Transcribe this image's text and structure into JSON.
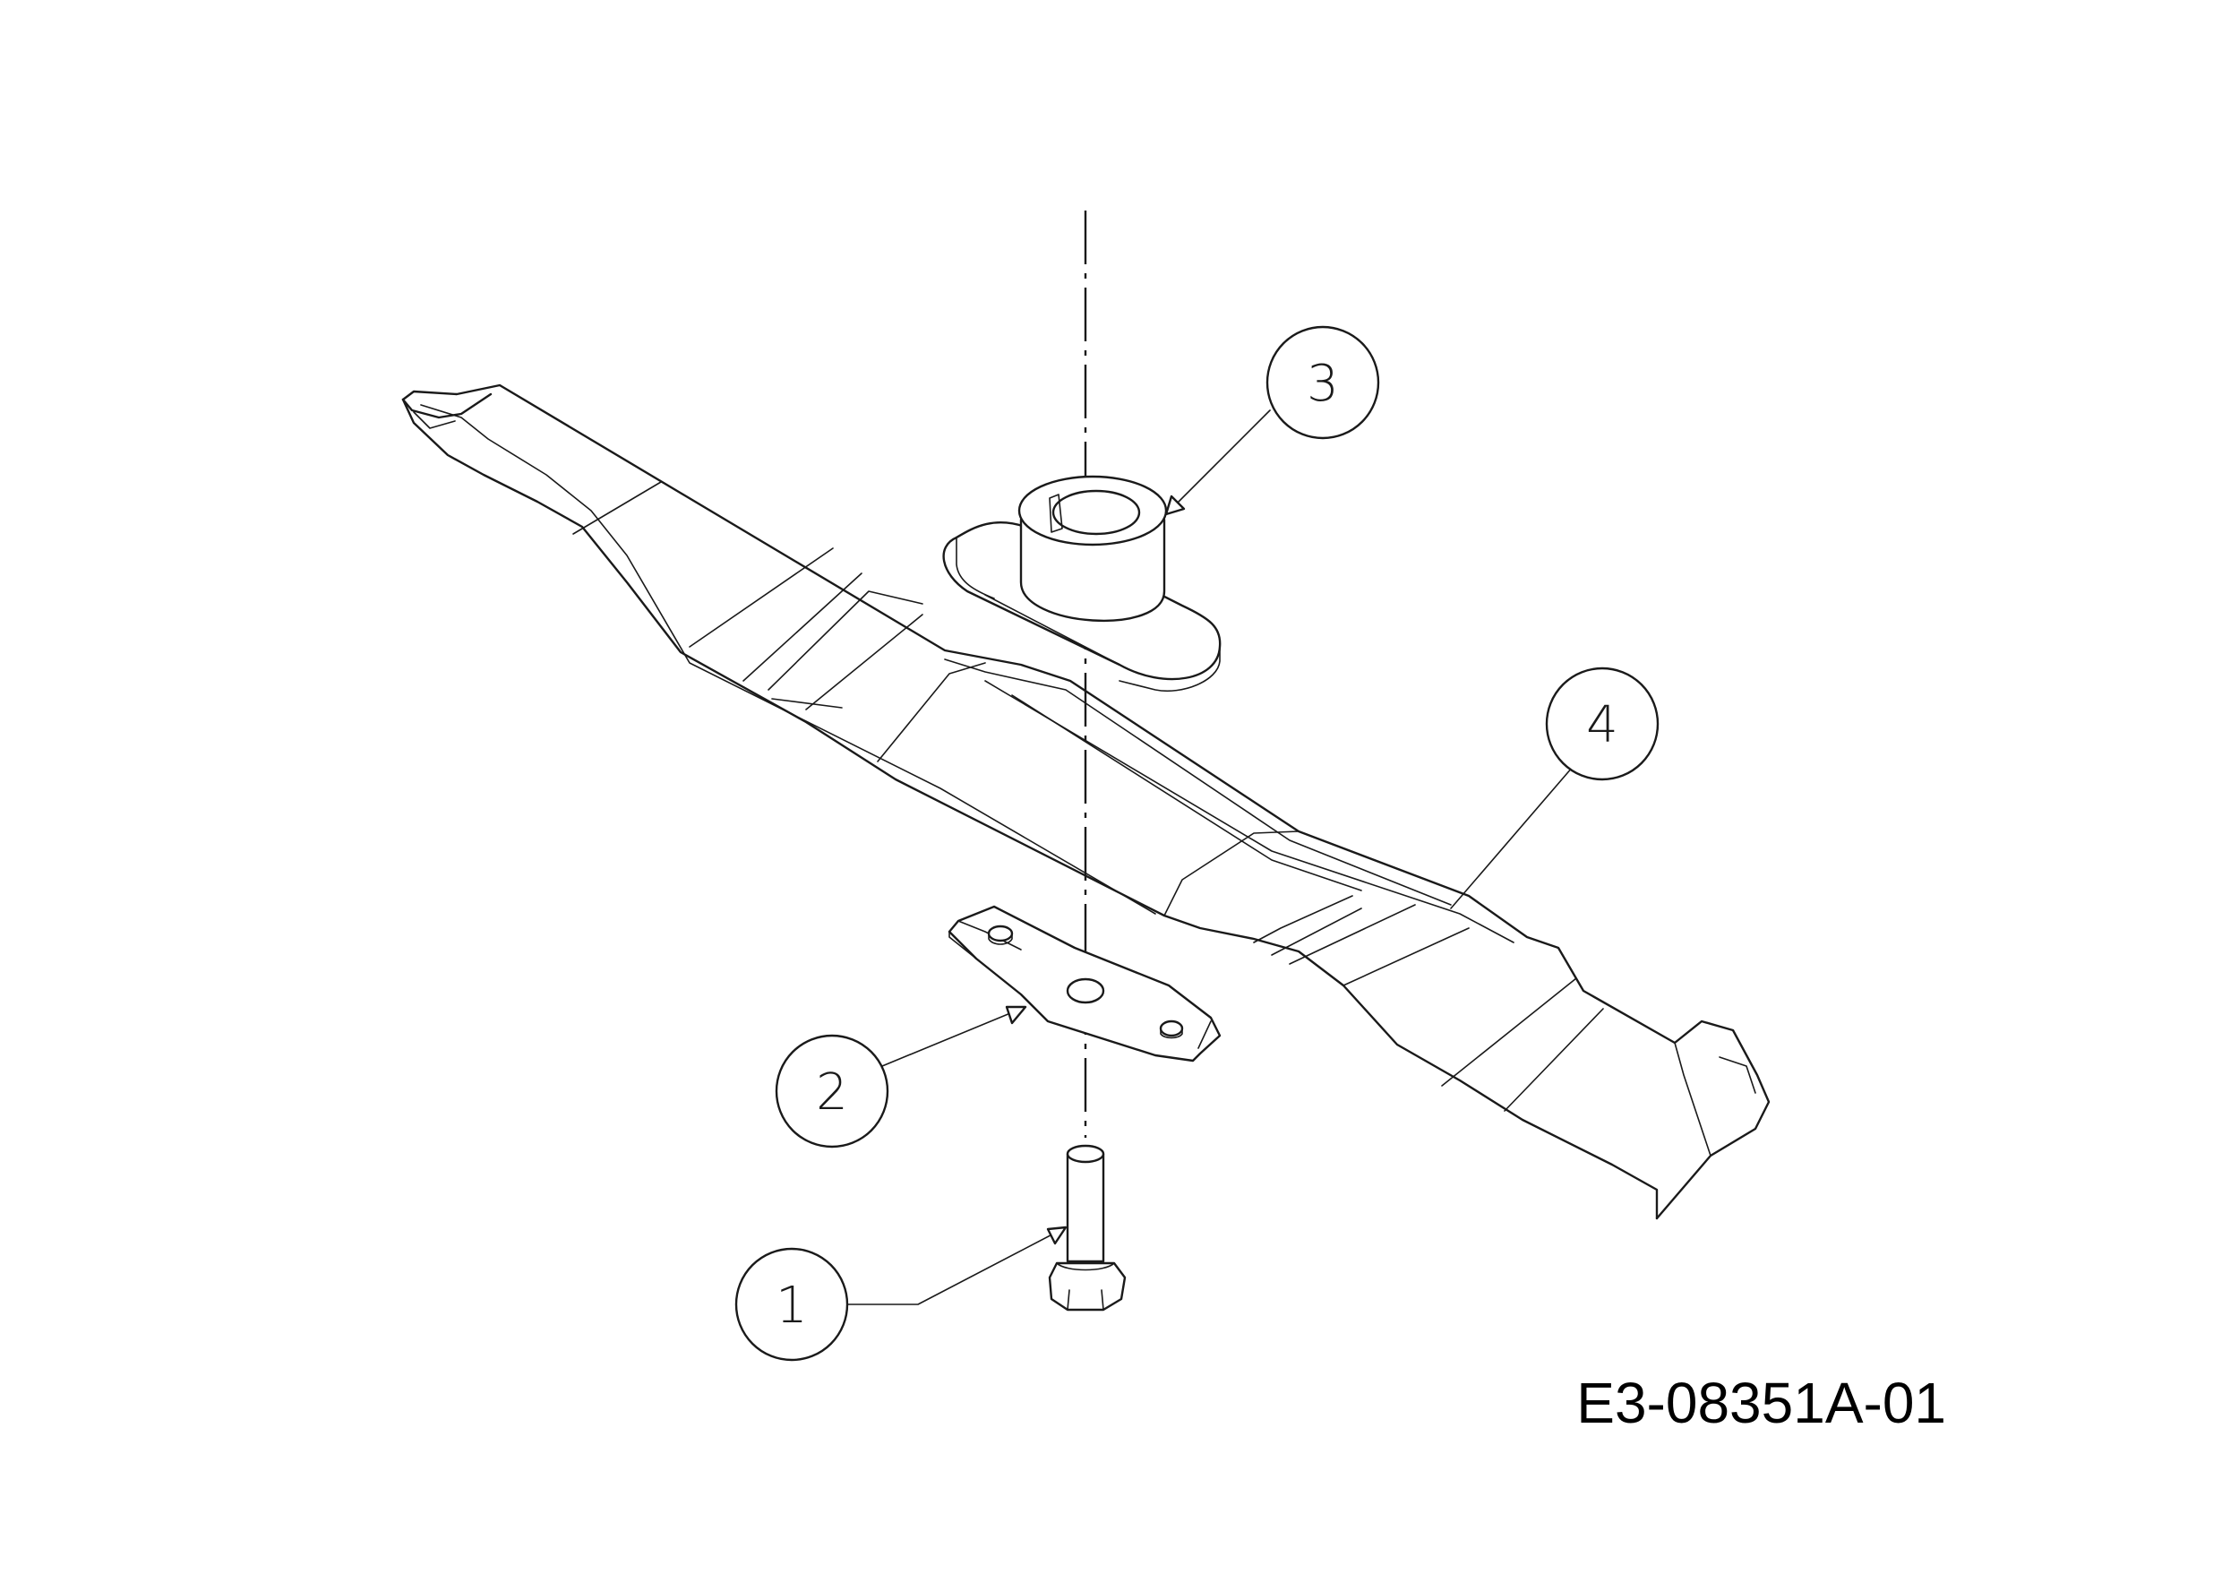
{
  "diagram": {
    "drawing_code": "E3-08351A-01",
    "callouts": [
      {
        "id": "1",
        "label": "1",
        "part": "bolt"
      },
      {
        "id": "2",
        "label": "2",
        "part": "blade-adapter-plate"
      },
      {
        "id": "3",
        "label": "3",
        "part": "blade-hub"
      },
      {
        "id": "4",
        "label": "4",
        "part": "mower-blade"
      }
    ]
  },
  "colors": {
    "line": "#1a1a1a",
    "background": "#ffffff"
  }
}
